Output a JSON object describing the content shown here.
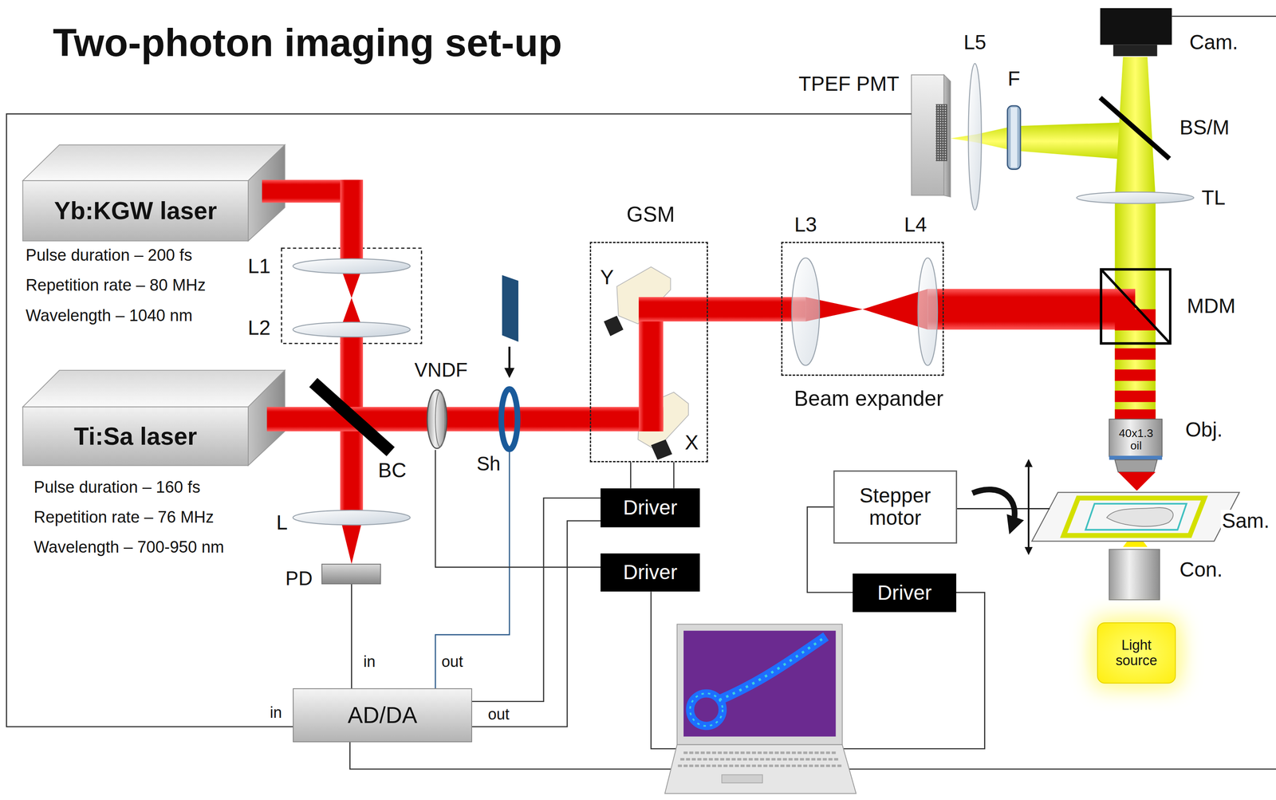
{
  "diagram": {
    "title": "Two-photon imaging set-up",
    "nodes": [
      {
        "text": [
          "Yb:KGW laser"
        ]
      },
      {
        "text": [
          "Ti:Sa laser"
        ]
      },
      {
        "text": [
          "GSM"
        ]
      },
      {
        "text": [
          "Beam expander"
        ]
      },
      {
        "text": [
          "VNDF"
        ]
      },
      {
        "text": [
          "Sh"
        ]
      },
      {
        "text": [
          "PD"
        ]
      },
      {
        "text": [
          "Driver"
        ]
      },
      {
        "text": [
          "Driver"
        ]
      },
      {
        "text": [
          "Stepper motor"
        ]
      },
      {
        "text": [
          "Driver"
        ]
      },
      {
        "text": [
          "TPEF PMT"
        ]
      },
      {
        "text": [
          "AD/DA"
        ]
      },
      {
        "text": [
          "Light source"
        ]
      }
    ],
    "edges": [
      {
        "from": 6,
        "to": 12,
        "arrow": "none",
        "label": "in"
      },
      {
        "from": 12,
        "to": 5,
        "arrow": "none",
        "label": "out"
      },
      {
        "from": 11,
        "to": 12,
        "arrow": "none",
        "label": "in"
      },
      {
        "from": 12,
        "to": 7,
        "arrow": "none",
        "label": "out"
      },
      {
        "from": 12,
        "to": 7,
        "arrow": "none"
      },
      {
        "from": 7,
        "to": 2,
        "arrow": "none"
      },
      {
        "from": 7,
        "to": 2,
        "arrow": "none"
      },
      {
        "from": 8,
        "to": 4,
        "arrow": "none"
      },
      {
        "from": 10,
        "to": 9,
        "arrow": "none"
      }
    ],
    "labels": [
      "Pulse duration – 200 fs",
      "Repetition rate – 80 MHz",
      "Wavelength – 1040 nm",
      "L1",
      "L2",
      "BC",
      "L",
      "Pulse duration – 160 fs",
      "Repetition rate – 76 MHz",
      "Wavelength – 700-950 nm",
      "Y",
      "X",
      "L3",
      "L4",
      "L5",
      "F",
      "Cam.",
      "BS/M",
      "TL",
      "MDM",
      "Obj.",
      "40x1.3 oil",
      "Sam.",
      "Con."
    ]
  }
}
